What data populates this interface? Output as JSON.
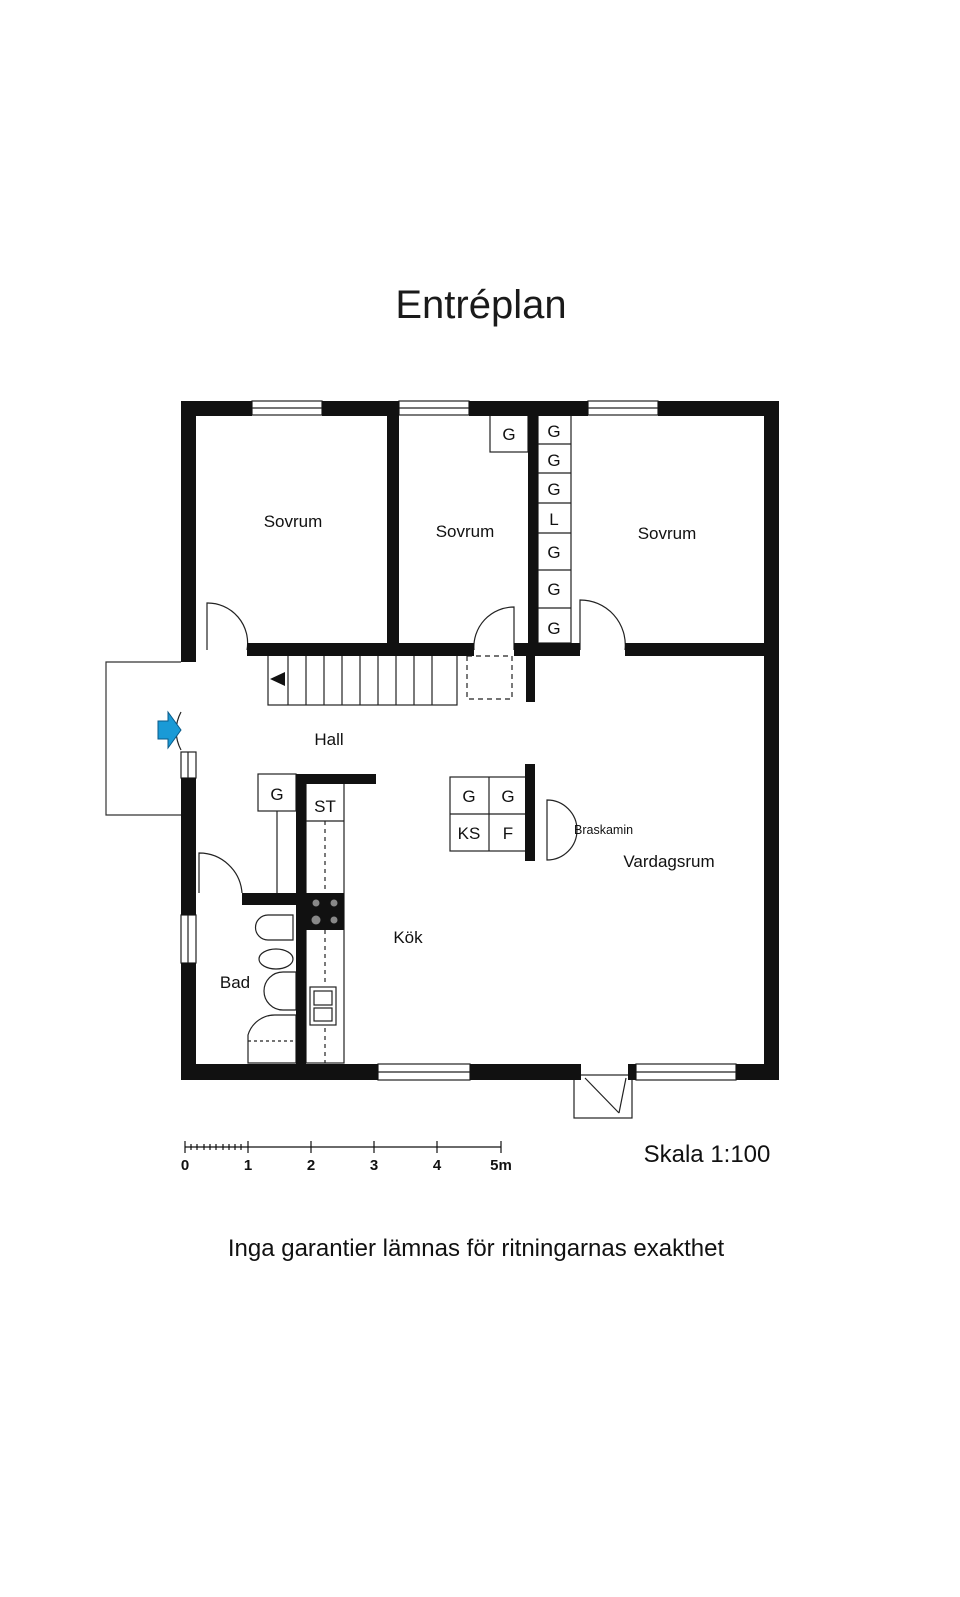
{
  "title": "Entréplan",
  "rooms": {
    "sovrum_1": "Sovrum",
    "sovrum_2": "Sovrum",
    "sovrum_3": "Sovrum",
    "hall": "Hall",
    "kok": "Kök",
    "vardagsrum": "Vardagsrum",
    "bad": "Bad"
  },
  "closets": {
    "g_sovrum2": "G",
    "column": [
      "G",
      "G",
      "G",
      "L",
      "G",
      "G",
      "G"
    ],
    "hall_g": "G",
    "st": "ST",
    "unit_g1": "G",
    "unit_g2": "G",
    "unit_ks": "KS",
    "unit_f": "F"
  },
  "fireplace_label": "Braskamin",
  "scale_bar": {
    "ticks": [
      "0",
      "1",
      "2",
      "3",
      "4",
      "5m"
    ]
  },
  "scale_text": "Skala 1:100",
  "disclaimer": "Inga garantier lämnas för ritningarnas exakthet",
  "colors": {
    "wall": "#111111",
    "entrance_arrow": "#1a9ad6"
  }
}
